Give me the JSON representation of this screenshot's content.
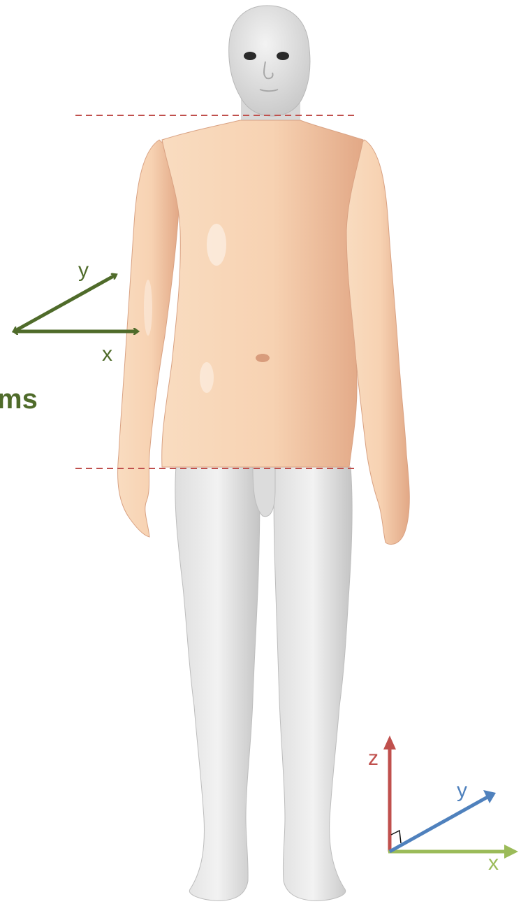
{
  "figure": {
    "partial_label": "ms",
    "local_axes": {
      "x_label": "x",
      "y_label": "y"
    },
    "global_axes": {
      "x_label": "x",
      "y_label": "y",
      "z_label": "z"
    },
    "boundaries": [
      "neck",
      "hip"
    ]
  },
  "colors": {
    "local_axes": "#4f6b2a",
    "axis_z": "#c0504d",
    "axis_y": "#4f81bd",
    "axis_x": "#9bbb59",
    "dashed_line": "#c0504d",
    "skin": "#f6cfae",
    "skin_shade": "#e3ad8c",
    "grey_body": "#e3e3e3",
    "grey_shade": "#c9c9c9"
  }
}
